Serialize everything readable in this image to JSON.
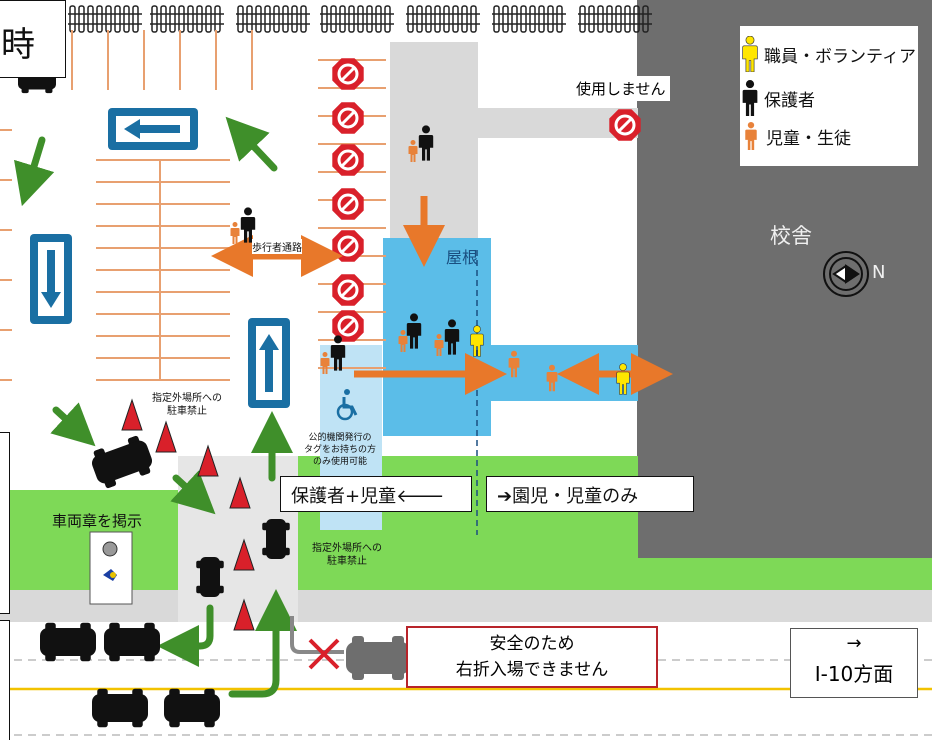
{
  "time_label": "時",
  "legend": {
    "staff": "職員・ボランティア",
    "guardian": "保護者",
    "child": "児童・生徒"
  },
  "labels": {
    "not_in_use": "使用しません",
    "building": "校舎",
    "roof": "屋根",
    "walkway": "歩行者通路",
    "no_parking_1": "指定外場所への\n駐車禁止",
    "no_parking_2": "指定外場所への\n駐車禁止",
    "accessible_note": "公的機関発行の\nタグをお持ちの方\nのみ使用可能",
    "display_permit": "車両章を掲示",
    "guardian_child": "保護者+児童🡐",
    "children_only": "➔園児・児童のみ",
    "no_right_turn": "安全のため\n右折入場できません",
    "i10_arrow": "→",
    "i10_direction": "I-10方面",
    "compass_n": "N"
  },
  "colors": {
    "blue_area": "#5bbde8",
    "light_blue": "#bfe3f5",
    "sign_blue": "#1a6fa3",
    "green_lawn": "#7ed957",
    "green_arrow": "#3f8f2a",
    "orange_arrow": "#e8782a",
    "no_entry_red": "#d9202a",
    "building_gray": "#6e6e6e",
    "path_gray": "#d9d9d9",
    "lane_yellow": "#f2c200",
    "staff_yellow": "#ffe600",
    "child_orange": "#e8823a"
  }
}
